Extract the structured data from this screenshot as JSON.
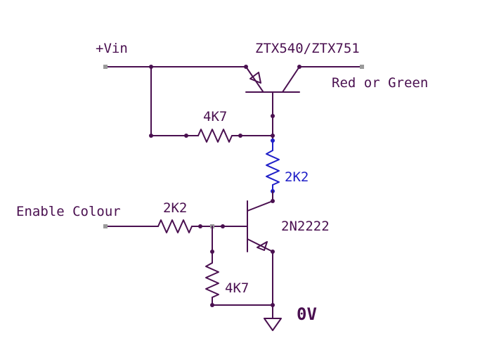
{
  "labels": {
    "vin": "+Vin",
    "pnp_part": "ZTX540/ZTX751",
    "output": "Red or Green",
    "r_feedback": "4K7",
    "r_collector": "2K2",
    "input": "Enable Colour",
    "r_base": "2K2",
    "npn_part": "2N2222",
    "r_pulldown": "4K7",
    "ground": "0V"
  },
  "colors": {
    "wire": "#4a1050",
    "highlight": "#1f1fc8",
    "pin": "#9a9a9a",
    "background": "#ffffff"
  }
}
